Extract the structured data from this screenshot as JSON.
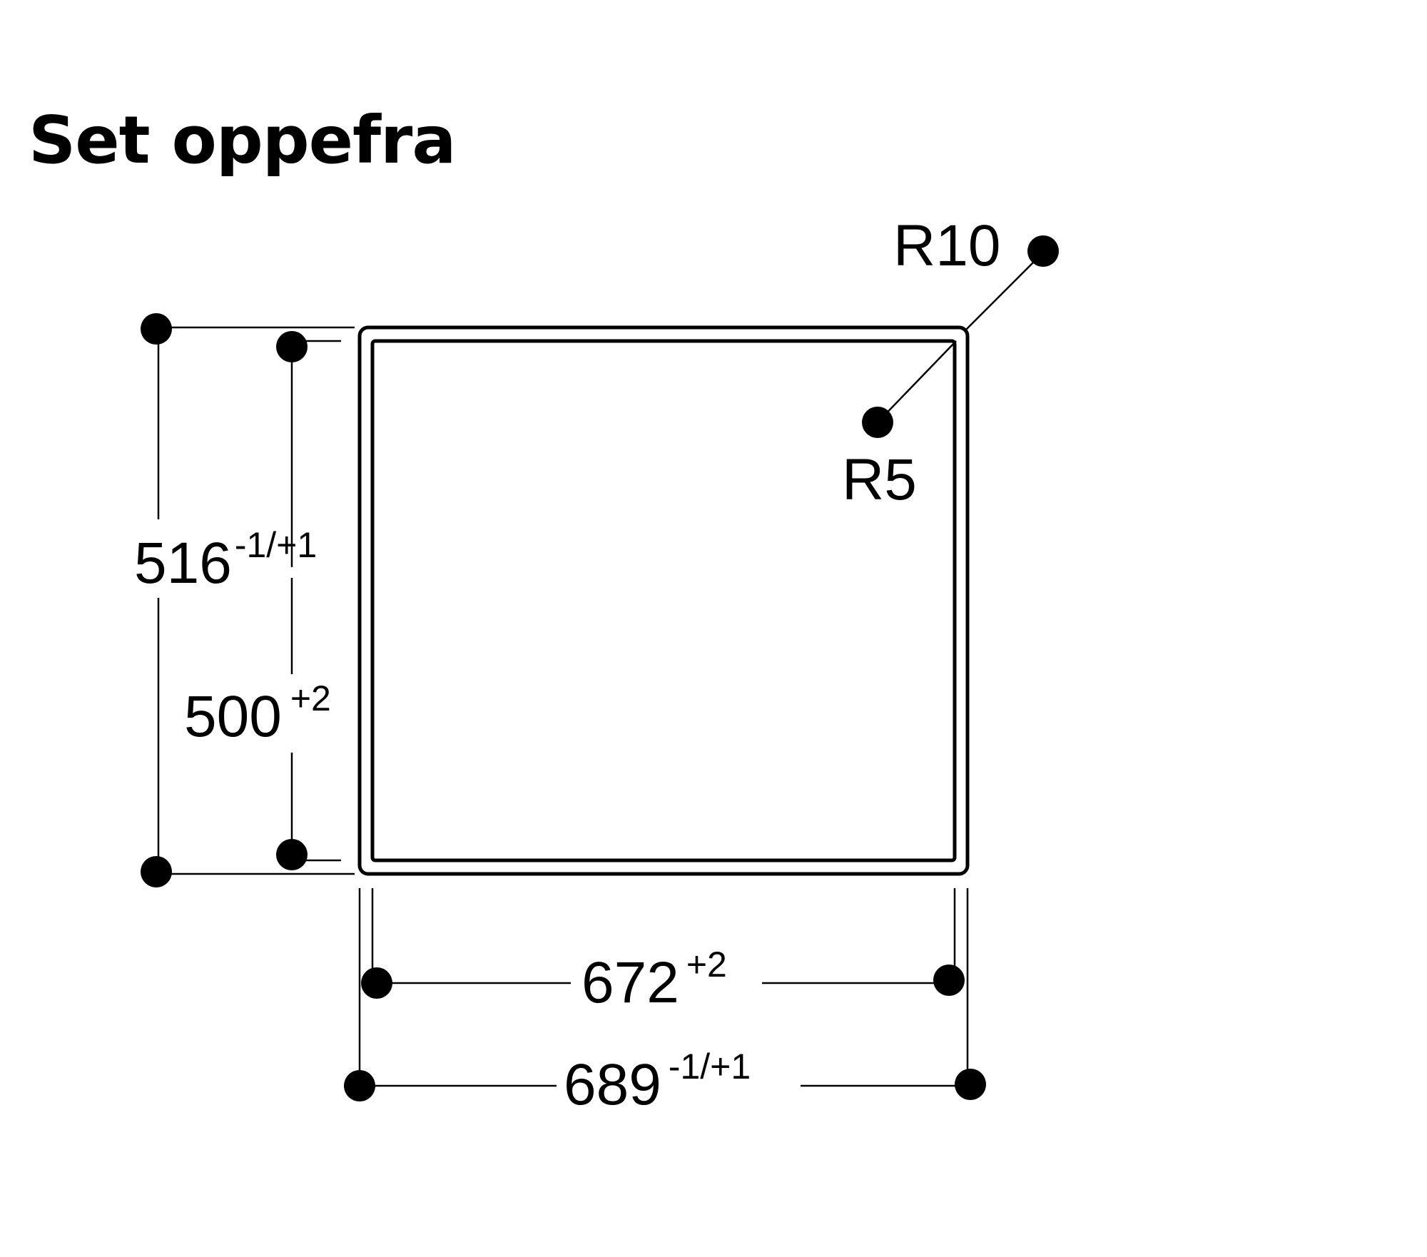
{
  "title": "Set oppefra",
  "dimensions": {
    "outer_height": {
      "value": "516",
      "tolerance": "-1/+1"
    },
    "inner_height": {
      "value": "500",
      "tolerance": "+2"
    },
    "inner_width": {
      "value": "672",
      "tolerance": "+2"
    },
    "outer_width": {
      "value": "689",
      "tolerance": "-1/+1"
    },
    "outer_radius": "R10",
    "inner_radius": "R5"
  },
  "colors": {
    "line": "#000000",
    "background": "#ffffff"
  }
}
